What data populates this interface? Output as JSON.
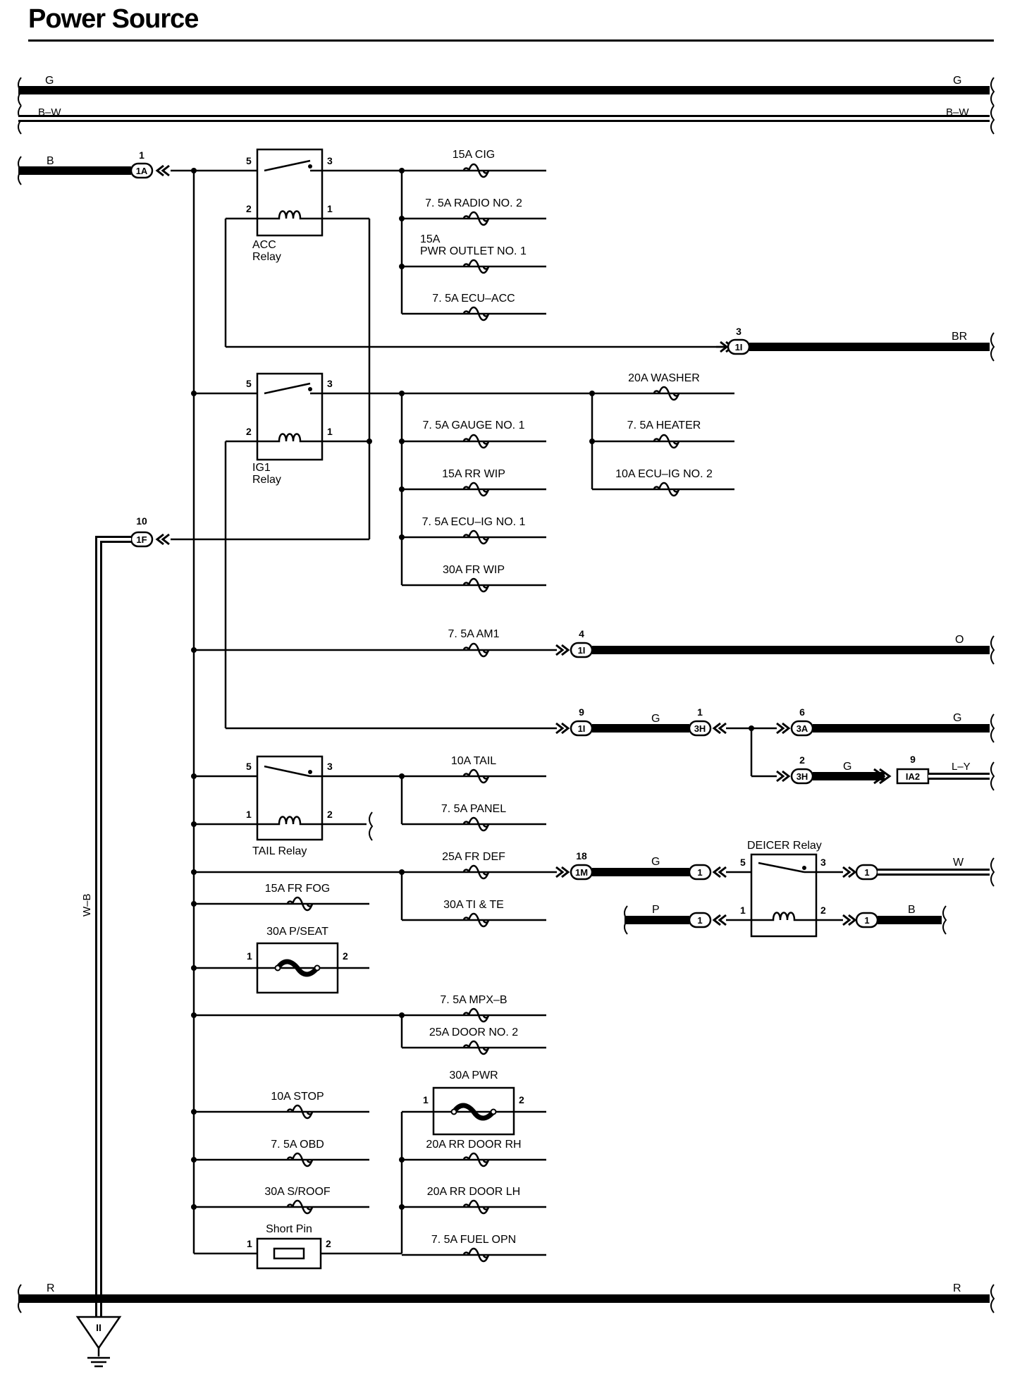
{
  "title": "Power Source",
  "buses": {
    "g": "G",
    "bw": "B–W",
    "r": "R",
    "b": "B",
    "br": "BR",
    "o": "O",
    "ly": "L–Y",
    "w": "W",
    "p": "P",
    "wb": "W–B"
  },
  "fuses": {
    "cig": "15A CIG",
    "radio2": "7. 5A RADIO NO. 2",
    "pwr_outlet_a": "15A",
    "pwr_outlet_b": "PWR OUTLET NO. 1",
    "ecu_acc": "7. 5A ECU–ACC",
    "washer": "20A WASHER",
    "gauge1": "7. 5A GAUGE NO. 1",
    "heater": "7. 5A HEATER",
    "rr_wip": "15A RR WIP",
    "ecu_ig2": "10A ECU–IG NO. 2",
    "ecu_ig1": "7. 5A ECU–IG NO. 1",
    "fr_wip": "30A FR WIP",
    "am1": "7. 5A AM1",
    "tail": "10A TAIL",
    "panel": "7. 5A PANEL",
    "fr_def": "25A FR DEF",
    "fr_fog": "15A FR FOG",
    "ti_te": "30A TI & TE",
    "pseat": "30A P/SEAT",
    "mpx_b": "7. 5A MPX–B",
    "door2": "25A DOOR NO. 2",
    "pwr": "30A PWR",
    "stop": "10A STOP",
    "obd": "7. 5A OBD",
    "rr_door_rh": "20A RR DOOR RH",
    "sroof": "30A S/ROOF",
    "rr_door_lh": "20A RR DOOR LH",
    "short_pin": "Short Pin",
    "fuel_opn": "7. 5A FUEL OPN"
  },
  "relays": {
    "acc_a": "ACC",
    "acc_b": "Relay",
    "ig1_a": "IG1",
    "ig1_b": "Relay",
    "tail": "TAIL Relay",
    "deicer": "DEICER Relay"
  },
  "connectors": {
    "c1a": "1A",
    "c1a_pin": "1",
    "c1f": "1F",
    "c1f_pin": "10",
    "c1i_br": "1I",
    "c1i_br_pin": "3",
    "c1i_o": "1I",
    "c1i_o_pin": "4",
    "c1i_g": "1I",
    "c1i_g_pin": "9",
    "c3h_a": "3H",
    "c3h_a_pin": "1",
    "c3a": "3A",
    "c3a_pin": "6",
    "c3h_b": "3H",
    "c3h_b_pin": "2",
    "ia2": "IA2",
    "ia2_pin": "9",
    "c1m": "1M",
    "c1m_pin": "18",
    "d1": "1",
    "d2": "1",
    "d3": "1",
    "d4": "1"
  },
  "pins": {
    "p1": "1",
    "p2": "2",
    "p3": "3",
    "p5": "5"
  },
  "ground": "II"
}
